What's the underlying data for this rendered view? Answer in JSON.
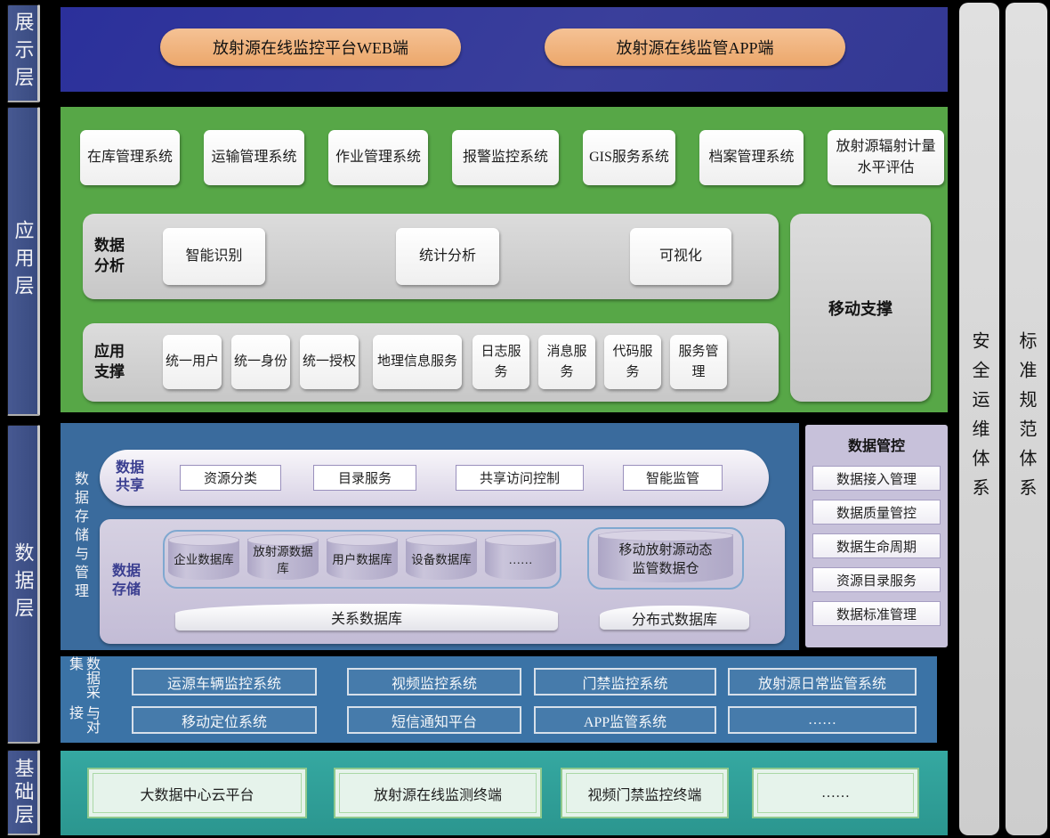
{
  "layers": {
    "display": {
      "label": "展示层",
      "pills": [
        "放射源在线监控平台WEB端",
        "放射源在线监管APP端"
      ]
    },
    "application": {
      "label": "应用层",
      "systems": [
        "在库管理系统",
        "运输管理系统",
        "作业管理系统",
        "报警监控系统",
        "GIS服务系统",
        "档案管理系统",
        "放射源辐射计量水平评估"
      ],
      "data_analysis": {
        "label": "数据分析",
        "items": [
          "智能识别",
          "统计分析",
          "可视化"
        ]
      },
      "app_support": {
        "label": "应用支撑",
        "items": [
          "统一用户",
          "统一身份",
          "统一授权",
          "地理信息服务",
          "日志服务",
          "消息服务",
          "代码服务",
          "服务管理"
        ]
      },
      "mobile_support": "移动支撑"
    },
    "data": {
      "label": "数据层",
      "storage_mgmt": {
        "vertical_label": "数据存储与管理",
        "data_sharing": {
          "label": "数据共享",
          "items": [
            "资源分类",
            "目录服务",
            "共享访问控制",
            "智能监管"
          ]
        },
        "data_storage": {
          "label": "数据存储",
          "databases": [
            "企业数据库",
            "放射源数据库",
            "用户数据库",
            "设备数据库",
            "……"
          ],
          "warehouse": "移动放射源动态监管数据仓",
          "relational_db": "关系数据库",
          "distributed_db": "分布式数据库"
        }
      },
      "data_control": {
        "title": "数据管控",
        "items": [
          "数据接入管理",
          "数据质量管控",
          "数据生命周期",
          "资源目录服务",
          "数据标准管理"
        ]
      },
      "collection": {
        "label": "数据采集与对接",
        "label_col1": "数据采集",
        "label_col2": "与对接",
        "row1": [
          "运源车辆监控系统",
          "视频监控系统",
          "门禁监控系统",
          "放射源日常监管系统"
        ],
        "row2": [
          "移动定位系统",
          "短信通知平台",
          "APP监管系统",
          "……"
        ]
      }
    },
    "infrastructure": {
      "label": "基础层",
      "items": [
        "大数据中心云平台",
        "放射源在线监测终端",
        "视频门禁监控终端",
        "……"
      ]
    }
  },
  "side_bars": [
    "安全运维体系",
    "标准规范体系"
  ],
  "colors": {
    "background": "#000000",
    "display_band": "#3238A0",
    "app_band": "#57A747",
    "storage_band": "#3A6B9D",
    "collect_band": "#3B73A6",
    "infra_band": "#2FA099",
    "pill": "#F0B07C",
    "layer_label_bg": "#41538C",
    "side_bar_bg": "#D9D9D9",
    "panel_gray": "#D2D2D2",
    "storage_panel": "#CDC7DD",
    "data_control_bg": "#C7C1DA"
  }
}
